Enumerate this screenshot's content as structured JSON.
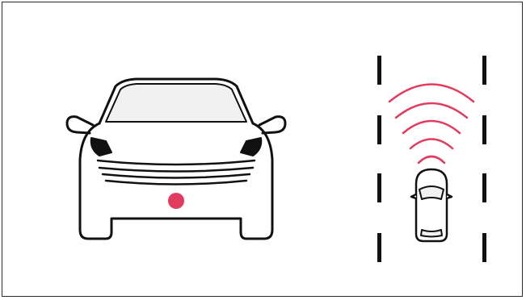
{
  "colors": {
    "outline": "#111111",
    "accent": "#e23b5f",
    "lane_marking": "#111111",
    "background": "#ffffff"
  },
  "illustration": {
    "front_car": {
      "icon": "car-front-icon",
      "sensor": "radar-sensor-dot"
    },
    "lane_view": {
      "icon": "car-top-icon",
      "waves": "radar-waves-icon",
      "wave_count": 5,
      "lane_dash_count": 4
    }
  }
}
